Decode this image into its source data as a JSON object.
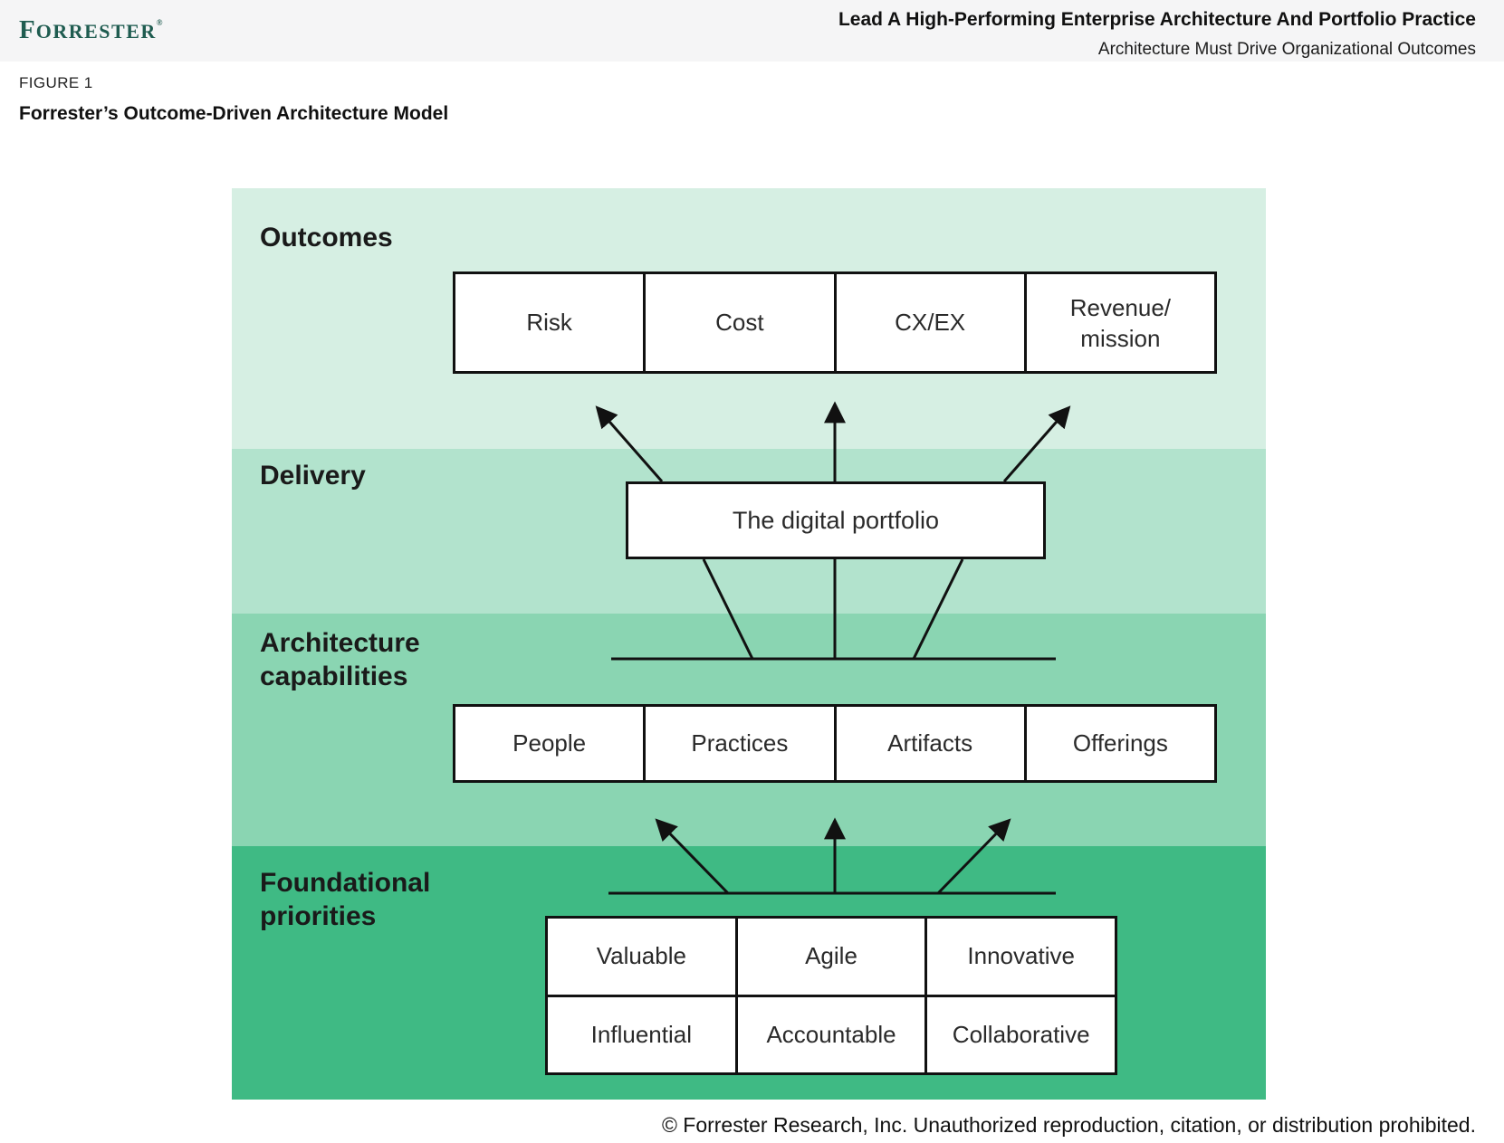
{
  "header": {
    "logo": {
      "initial": "F",
      "rest": "ORRESTER",
      "trademark": "®",
      "color": "#1f5c50"
    },
    "title": "Lead A High-Performing Enterprise Architecture And Portfolio Practice",
    "subtitle": "Architecture Must Drive Organizational Outcomes",
    "bar_color": "#f5f5f6"
  },
  "figure": {
    "label": "FIGURE 1",
    "title": "Forrester’s Outcome-Driven Architecture Model"
  },
  "diagram": {
    "bands": [
      {
        "label": "Outcomes",
        "color": "#d6efe3"
      },
      {
        "label": "Delivery",
        "color": "#b2e3cd"
      },
      {
        "label": "Architecture\ncapabilities",
        "color": "#8ad5b2"
      },
      {
        "label": "Foundational\npriorities",
        "color": "#3fba84"
      }
    ],
    "outcomes_boxes": {
      "risk": "Risk",
      "cost": "Cost",
      "cxex": "CX/EX",
      "revenue": "Revenue/\nmission"
    },
    "delivery_box": "The digital portfolio",
    "capability_boxes": {
      "people": "People",
      "practices": "Practices",
      "artifacts": "Artifacts",
      "offerings": "Offerings"
    },
    "foundational_boxes": {
      "row1": {
        "c1": "Valuable",
        "c2": "Agile",
        "c3": "Innovative"
      },
      "row2": {
        "c1": "Influential",
        "c2": "Accountable",
        "c3": "Collaborative"
      }
    },
    "line_color": "#111111"
  },
  "footer": {
    "copyright": "© Forrester Research, Inc. Unauthorized reproduction, citation, or distribution prohibited."
  }
}
